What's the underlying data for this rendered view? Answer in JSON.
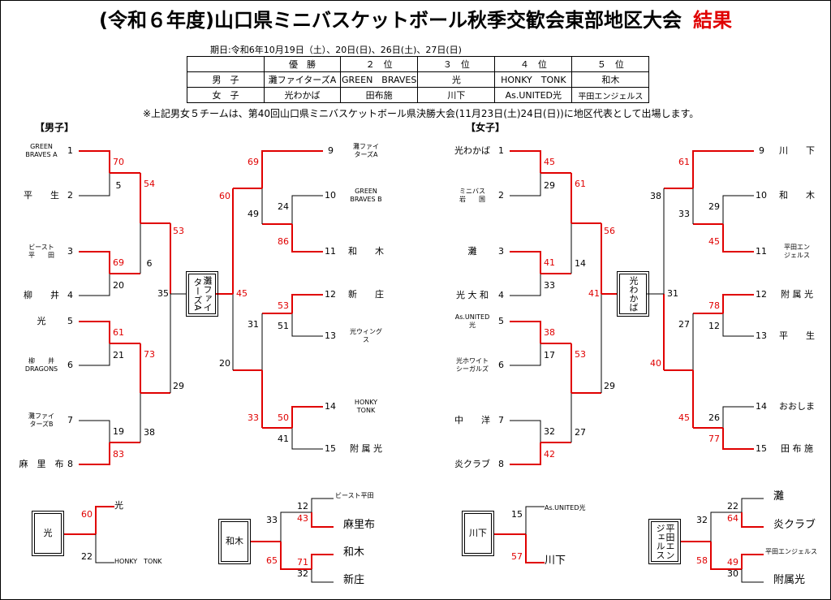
{
  "title": "(令和６年度)山口県ミニバスケットボール秋季交歓会東部地区大会",
  "title_result": "結果",
  "period": "期日:令和6年10月19日（土）、20日(日)、26日(土)、27日(日)",
  "summary": {
    "headers": [
      "",
      "優　勝",
      "２　位",
      "３　位",
      "４　位",
      "５　位"
    ],
    "rows": [
      [
        "男　子",
        "灘ファイターズA",
        "GREEN　BRAVES",
        "光",
        "HONKY　TONK",
        "和木"
      ],
      [
        "女　子",
        "光わかば",
        "田布施",
        "川下",
        "As.UNITED光",
        "平田エンジェルス"
      ]
    ]
  },
  "note": "※上記男女５チームは、第40回山口県ミニバスケットボール県決勝大会(11月23日(土)24日(日))に地区代表として出場します。",
  "boys_label": "【男子】",
  "girls_label": "【女子】",
  "boys": {
    "teams": [
      {
        "seed": "1",
        "name": "GREEN\nBRAVES A"
      },
      {
        "seed": "2",
        "name": "平　　生"
      },
      {
        "seed": "3",
        "name": "ビースト\n平　　田"
      },
      {
        "seed": "4",
        "name": "柳　　井"
      },
      {
        "seed": "5",
        "name": "光"
      },
      {
        "seed": "6",
        "name": "柳　　井\nDRAGONS"
      },
      {
        "seed": "7",
        "name": "灘ファイ\nターズB"
      },
      {
        "seed": "8",
        "name": "麻　里　布"
      },
      {
        "seed": "9",
        "name": "灘ファイ\nターズA"
      },
      {
        "seed": "10",
        "name": "GREEN\nBRAVES B"
      },
      {
        "seed": "11",
        "name": "和　　木"
      },
      {
        "seed": "12",
        "name": "新　　庄"
      },
      {
        "seed": "13",
        "name": "光ウィング\nス"
      },
      {
        "seed": "14",
        "name": "HONKY\nTONK"
      },
      {
        "seed": "15",
        "name": "附 属 光"
      }
    ],
    "scores": {
      "r1_1v2": [
        "70",
        "5"
      ],
      "r1_3v4": [
        "69",
        "20"
      ],
      "r1_5v6": [
        "61",
        "21"
      ],
      "r1_7v8": [
        "19",
        "83"
      ],
      "r2_top": [
        "54",
        "6"
      ],
      "r2_bot": [
        "73",
        "38"
      ],
      "r3_left": [
        "53",
        "29"
      ],
      "r1_10v11": [
        "24",
        "86"
      ],
      "r1_12v13": [
        "53",
        "51"
      ],
      "r1_14v15": [
        "50",
        "41"
      ],
      "r2_9vw": [
        "69",
        "49"
      ],
      "r2_bot_right": [
        "31",
        "33"
      ],
      "r3_right": [
        "60",
        "20"
      ],
      "final": [
        "35",
        "45"
      ]
    },
    "champion": "灘ファイターズA",
    "playoffs": [
      {
        "box": "光",
        "top_team": "光",
        "top_score": "60",
        "bottom_team": "HONKY　TONK",
        "bottom_score": "22"
      },
      {
        "box": "和木",
        "t1": "ビースト平田",
        "t1s": "12",
        "t2": "麻里布",
        "t2s": "43",
        "t3": "和木",
        "t3s": "71",
        "t4": "新庄",
        "t4s": "32",
        "m1": "33",
        "m2": "65"
      }
    ]
  },
  "girls": {
    "teams": [
      {
        "seed": "1",
        "name": "光わかば"
      },
      {
        "seed": "2",
        "name": "ミニバス\n岩　　国"
      },
      {
        "seed": "3",
        "name": "灘"
      },
      {
        "seed": "4",
        "name": "光 大 和"
      },
      {
        "seed": "5",
        "name": "As.UNITED\n光"
      },
      {
        "seed": "6",
        "name": "光ホワイト\nシーガルズ"
      },
      {
        "seed": "7",
        "name": "中　　洋"
      },
      {
        "seed": "8",
        "name": "炎クラブ"
      },
      {
        "seed": "9",
        "name": "川　　下"
      },
      {
        "seed": "10",
        "name": "和　　木"
      },
      {
        "seed": "11",
        "name": "平田エン\nジェルス"
      },
      {
        "seed": "12",
        "name": "附 属 光"
      },
      {
        "seed": "13",
        "name": "平　　生"
      },
      {
        "seed": "14",
        "name": "おおしま"
      },
      {
        "seed": "15",
        "name": "田 布 施"
      }
    ],
    "scores": {
      "r1_1v2": [
        "45",
        "29"
      ],
      "r1_3v4": [
        "41",
        "33"
      ],
      "r1_5v6": [
        "38",
        "17"
      ],
      "r1_7v8": [
        "32",
        "42"
      ],
      "r2_top": [
        "61",
        "14"
      ],
      "r2_bot": [
        "53",
        "27"
      ],
      "r3_left": [
        "56",
        "29"
      ],
      "r1_10v11": [
        "29",
        "45"
      ],
      "r1_12v13": [
        "78",
        "12"
      ],
      "r1_14v15": [
        "26",
        "77"
      ],
      "r2_9vw": [
        "61",
        "33"
      ],
      "r2_bot_right": [
        "27",
        "45"
      ],
      "r3_right": [
        "38",
        "40"
      ],
      "final": [
        "41",
        "31"
      ]
    },
    "champion": "光わかば",
    "playoffs": [
      {
        "box": "川下",
        "top_team": "As.UNITED光",
        "top_score": "15",
        "bottom_team": "川下",
        "bottom_score": "57"
      },
      {
        "box": "平田エンジェルス",
        "t1": "灘",
        "t1s": "22",
        "t2": "炎クラブ",
        "t2s": "64",
        "t3": "平田エンジェルス",
        "t3s": "49",
        "t4": "附属光",
        "t4s": "30",
        "m1": "32",
        "m2": "58"
      }
    ]
  }
}
